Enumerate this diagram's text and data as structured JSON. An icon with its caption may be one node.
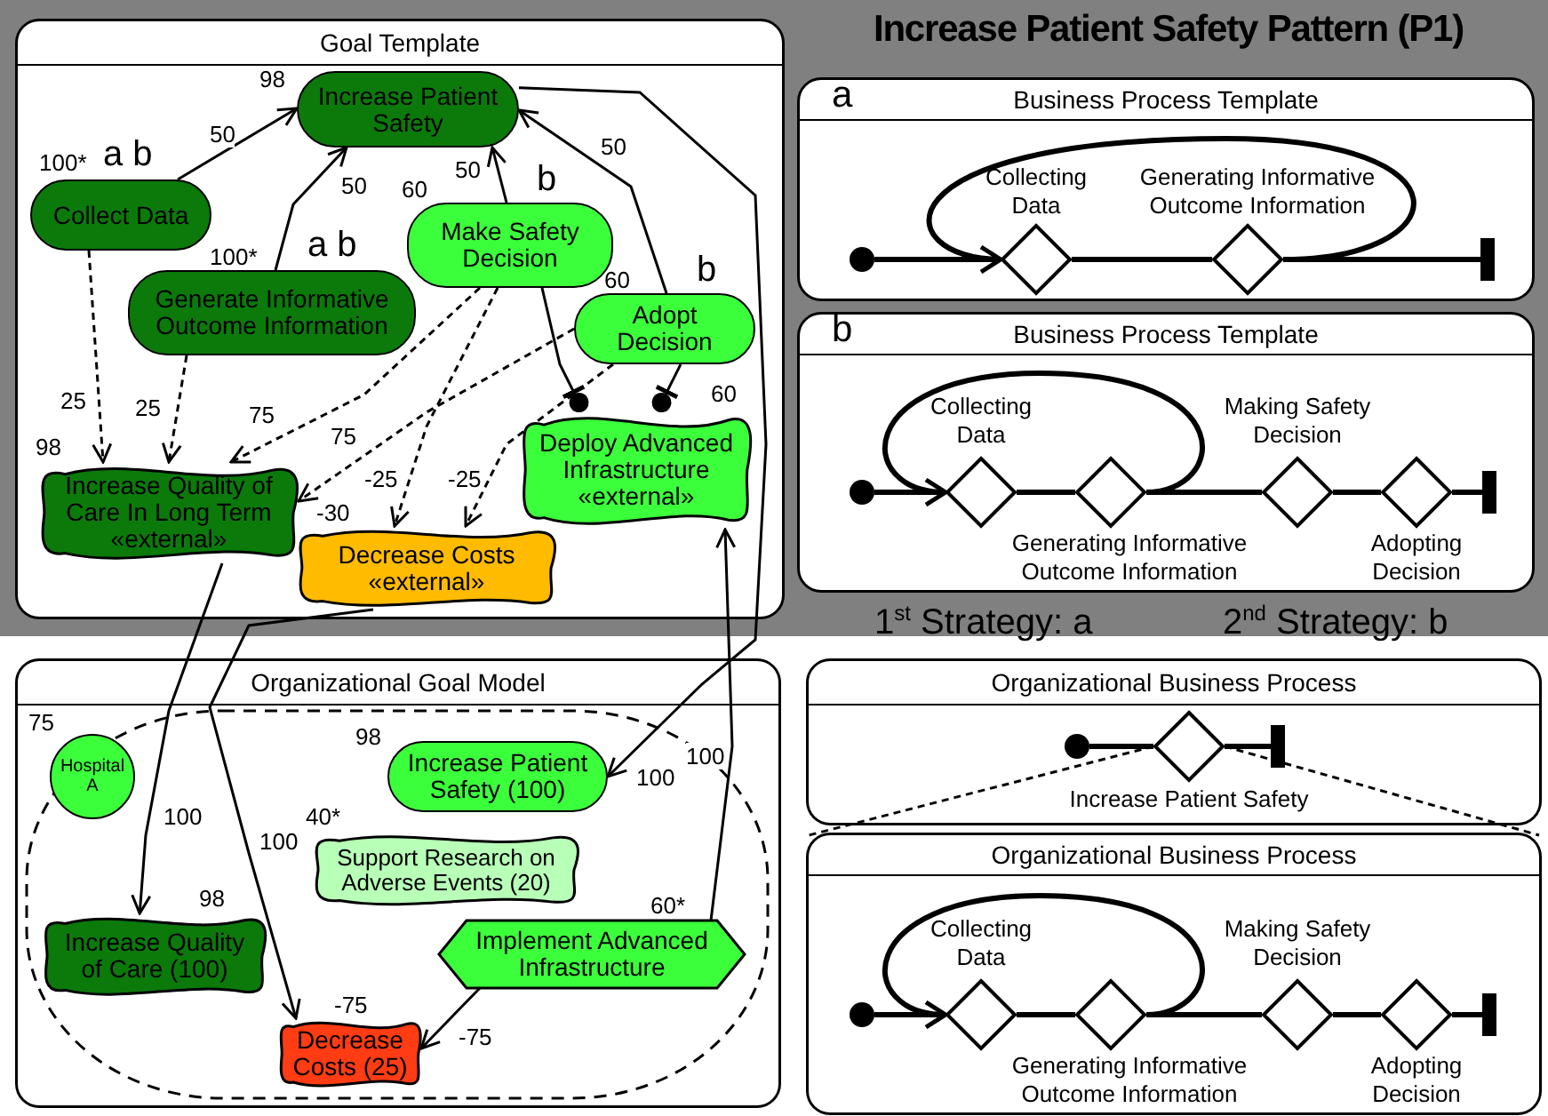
{
  "diagram": {
    "title": "Increase Patient Safety Pattern (P1)",
    "nodes": [
      {
        "text": [
          "Goal Template"
        ]
      },
      {
        "text": [
          "Increase Patient Safety"
        ],
        "in": 0,
        "beside": [
          "98"
        ]
      },
      {
        "text": [
          "Collect Data"
        ],
        "in": 0,
        "beside": [
          "100*",
          "a b"
        ]
      },
      {
        "text": [
          "Generate Informative Outcome Information"
        ],
        "in": 0,
        "beside": [
          "100*",
          "a b"
        ]
      },
      {
        "text": [
          "Make Safety Decision"
        ],
        "in": 0,
        "beside": [
          "60",
          "b"
        ]
      },
      {
        "text": [
          "Adopt Decision"
        ],
        "in": 0,
        "beside": [
          "60",
          "b"
        ]
      },
      {
        "text": [
          "Increase Quality of Care In Long Term",
          "«external»"
        ],
        "in": 0,
        "beside": [
          "98"
        ]
      },
      {
        "text": [
          "Decrease Costs",
          "«external»"
        ],
        "in": 0,
        "beside": [
          "-30"
        ]
      },
      {
        "text": [
          "Deploy Advanced Infrastructure",
          "«external»"
        ],
        "in": 0,
        "beside": [
          "60"
        ]
      },
      {
        "text": [
          "a",
          "Business Process Template"
        ]
      },
      {
        "text": [],
        "shape": "circle",
        "in": 9
      },
      {
        "text": [],
        "shape": "diamond",
        "in": 9,
        "beside": [
          "Collecting Data"
        ]
      },
      {
        "text": [],
        "shape": "diamond",
        "in": 9,
        "beside": [
          "Generating Informative Outcome Information"
        ]
      },
      {
        "text": [],
        "shape": "bar",
        "in": 9
      },
      {
        "text": [
          "b",
          "Business Process Template"
        ]
      },
      {
        "text": [],
        "shape": "circle",
        "in": 14
      },
      {
        "text": [],
        "shape": "diamond",
        "in": 14,
        "beside": [
          "Collecting Data"
        ]
      },
      {
        "text": [],
        "shape": "diamond",
        "in": 14,
        "beside": [
          "Generating Informative Outcome Information"
        ]
      },
      {
        "text": [],
        "shape": "diamond",
        "in": 14,
        "beside": [
          "Making Safety Decision"
        ]
      },
      {
        "text": [],
        "shape": "diamond",
        "in": 14,
        "beside": [
          "Adopting Decision"
        ]
      },
      {
        "text": [],
        "shape": "bar",
        "in": 14
      },
      {
        "text": [
          "Organizational Goal Model"
        ]
      },
      {
        "text": [],
        "shape": "box",
        "in": 21
      },
      {
        "text": [
          "Hospital A"
        ],
        "in": 22,
        "beside": [
          "75"
        ]
      },
      {
        "text": [
          "Increase Patient Safety (100)"
        ],
        "in": 22,
        "beside": [
          "98"
        ]
      },
      {
        "text": [
          "Support Research on Adverse Events (20)"
        ],
        "in": 22,
        "beside": [
          "40*"
        ]
      },
      {
        "text": [
          "Increase Quality of Care (100)"
        ],
        "in": 22,
        "beside": [
          "98"
        ]
      },
      {
        "text": [
          "Implement Advanced Infrastructure"
        ],
        "in": 22,
        "beside": [
          "60*"
        ]
      },
      {
        "text": [
          "Decrease Costs (25)"
        ],
        "in": 22,
        "beside": [
          "-75"
        ]
      },
      {
        "text": [
          "Organizational Business Process"
        ]
      },
      {
        "text": [],
        "shape": "circle",
        "in": 29
      },
      {
        "text": [],
        "shape": "diamond",
        "in": 29,
        "beside": [
          "Increase Patient Safety"
        ]
      },
      {
        "text": [],
        "shape": "bar",
        "in": 29
      },
      {
        "text": [
          "Organizational Business Process"
        ]
      },
      {
        "text": [],
        "shape": "circle",
        "in": 33
      },
      {
        "text": [],
        "shape": "diamond",
        "in": 33,
        "beside": [
          "Collecting Data"
        ]
      },
      {
        "text": [],
        "shape": "diamond",
        "in": 33,
        "beside": [
          "Generating Informative Outcome Information"
        ]
      },
      {
        "text": [],
        "shape": "diamond",
        "in": 33,
        "beside": [
          "Making Safety Decision"
        ]
      },
      {
        "text": [],
        "shape": "diamond",
        "in": 33,
        "beside": [
          "Adopting Decision"
        ]
      },
      {
        "text": [],
        "shape": "bar",
        "in": 33
      }
    ],
    "edges": [
      {
        "from": 2,
        "to": 1,
        "arrow": "to",
        "label": "50"
      },
      {
        "from": 3,
        "to": 1,
        "arrow": "to",
        "label": "50"
      },
      {
        "from": 4,
        "to": 1,
        "arrow": "to",
        "label": "50"
      },
      {
        "from": 5,
        "to": 1,
        "arrow": "to",
        "label": "50"
      },
      {
        "from": 2,
        "to": 6,
        "arrow": "to",
        "label": "25",
        "style": "dashed"
      },
      {
        "from": 3,
        "to": 6,
        "arrow": "to",
        "label": "25",
        "style": "dashed"
      },
      {
        "from": 4,
        "to": 6,
        "arrow": "to",
        "label": "75",
        "style": "dashed"
      },
      {
        "from": 5,
        "to": 6,
        "arrow": "to",
        "label": "75",
        "style": "dashed"
      },
      {
        "from": 4,
        "to": 7,
        "arrow": "to",
        "label": "-25",
        "style": "dashed"
      },
      {
        "from": 5,
        "to": 7,
        "arrow": "to",
        "label": "-25",
        "style": "dashed"
      },
      {
        "from": 4,
        "to": 8,
        "arrow": "other"
      },
      {
        "from": 5,
        "to": 8,
        "arrow": "other"
      },
      {
        "from": 6,
        "to": 26,
        "arrow": "to",
        "label": "100"
      },
      {
        "from": 7,
        "to": 28,
        "arrow": "to",
        "label": "100"
      },
      {
        "from": 1,
        "to": 24,
        "arrow": "to",
        "label": "100"
      },
      {
        "from": 27,
        "to": 8,
        "arrow": "to",
        "label": "100"
      },
      {
        "from": 27,
        "to": 28,
        "arrow": "to",
        "label": "-75"
      },
      {
        "from": 10,
        "to": 11,
        "arrow": "none",
        "style": "thick"
      },
      {
        "from": 11,
        "to": 12,
        "arrow": "none",
        "style": "thick"
      },
      {
        "from": 12,
        "to": 13,
        "arrow": "none",
        "style": "thick"
      },
      {
        "from": 12,
        "to": 11,
        "arrow": "to",
        "style": "thick"
      },
      {
        "from": 15,
        "to": 16,
        "arrow": "none",
        "style": "thick"
      },
      {
        "from": 16,
        "to": 17,
        "arrow": "none",
        "style": "thick"
      },
      {
        "from": 17,
        "to": 18,
        "arrow": "none",
        "style": "thick"
      },
      {
        "from": 18,
        "to": 19,
        "arrow": "none",
        "style": "thick"
      },
      {
        "from": 19,
        "to": 20,
        "arrow": "none",
        "style": "thick"
      },
      {
        "from": 17,
        "to": 16,
        "arrow": "to",
        "style": "thick"
      },
      {
        "from": 30,
        "to": 31,
        "arrow": "none",
        "style": "thick"
      },
      {
        "from": 31,
        "to": 32,
        "arrow": "none",
        "style": "thick"
      },
      {
        "from": 31,
        "to": 33,
        "arrow": "none",
        "style": "dashed"
      },
      {
        "from": 31,
        "to": 33,
        "arrow": "none",
        "style": "dashed"
      },
      {
        "from": 34,
        "to": 35,
        "arrow": "none",
        "style": "thick"
      },
      {
        "from": 35,
        "to": 36,
        "arrow": "none",
        "style": "thick"
      },
      {
        "from": 36,
        "to": 37,
        "arrow": "none",
        "style": "thick"
      },
      {
        "from": 37,
        "to": 38,
        "arrow": "none",
        "style": "thick"
      },
      {
        "from": 38,
        "to": 39,
        "arrow": "none",
        "style": "thick"
      },
      {
        "from": 36,
        "to": 35,
        "arrow": "to",
        "style": "thick"
      }
    ],
    "labels": [
      "1$^{st}$ Strategy: a",
      "2$^{nd}$ Strategy: b"
    ]
  }
}
